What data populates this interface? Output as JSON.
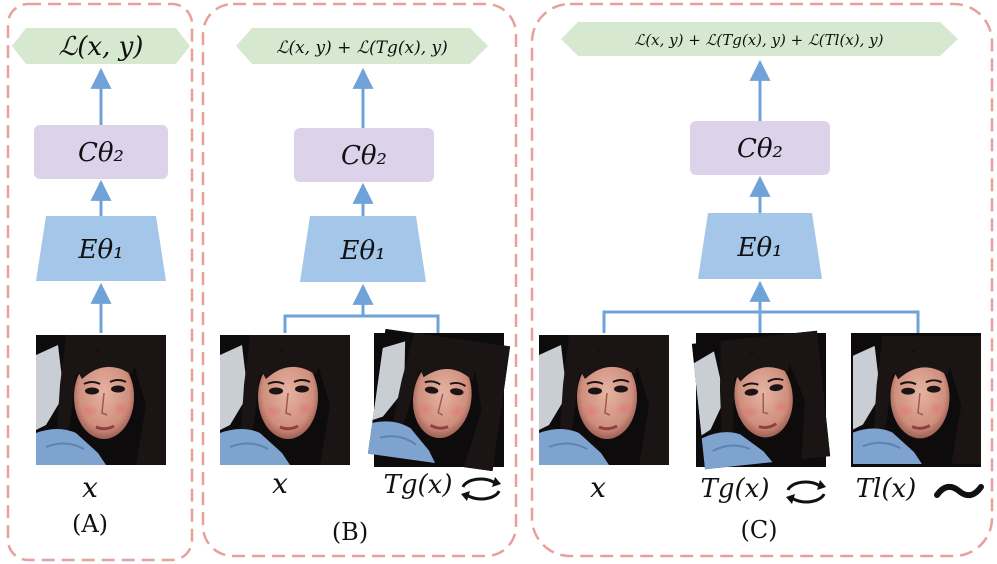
{
  "colors": {
    "panel_border": "#e8a09c",
    "loss_fill": "#d6e8cf",
    "classifier_fill": "#dcd2ea",
    "encoder_fill": "#a4c6e8",
    "arrow": "#6fa3d8",
    "face_dark": "#0d0b0c",
    "face_skin": "#d9a18f",
    "face_hair": "#1a1414",
    "shirt": "#7fa3cf"
  },
  "panels": [
    {
      "label": "(A)",
      "loss": "ℒ(x, y)",
      "classifier": "Cθ₂",
      "encoder": "Eθ₁",
      "inputs": [
        {
          "caption": "x",
          "icon": ""
        }
      ]
    },
    {
      "label": "(B)",
      "loss": "ℒ(x, y) + ℒ(Tg(x), y)",
      "classifier": "Cθ₂",
      "encoder": "Eθ₁",
      "inputs": [
        {
          "caption": "x",
          "icon": ""
        },
        {
          "caption": "Tg(x)",
          "icon": "rotate-arrows-icon"
        }
      ]
    },
    {
      "label": "(C)",
      "loss": "ℒ(x, y) + ℒ(Tg(x), y) + ℒ(Tl(x), y)",
      "classifier": "Cθ₂",
      "encoder": "Eθ₁",
      "inputs": [
        {
          "caption": "x",
          "icon": ""
        },
        {
          "caption": "Tg(x)",
          "icon": "rotate-arrows-icon"
        },
        {
          "caption": "Tl(x)",
          "icon": "tilde-icon"
        }
      ]
    }
  ]
}
